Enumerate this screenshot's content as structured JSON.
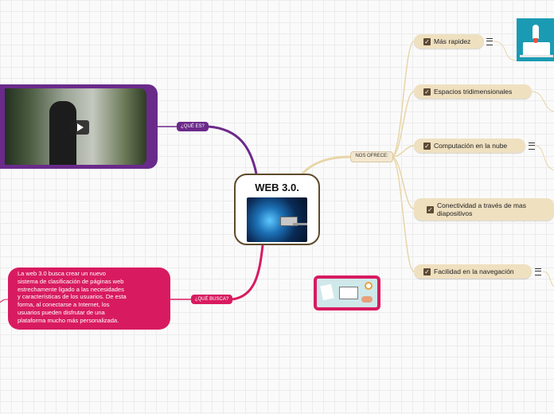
{
  "central": {
    "title": "WEB 3.0."
  },
  "branches": {
    "que_es": "¿QUÉ ES?",
    "que_busca": "¿QUÉ BUSCA?",
    "nos_ofrece": "NOS OFRECE:"
  },
  "topics": [
    {
      "label": "Más rapidez",
      "has_note": true
    },
    {
      "label": "Espacios tridimensionales",
      "has_note": false
    },
    {
      "label": "Computación en la nube",
      "has_note": true
    },
    {
      "label_line1": "Conectividad a través de mas",
      "label_line2": "diapositivos",
      "has_note": false
    },
    {
      "label": "Facilidad en la navegación",
      "has_note": true
    }
  ],
  "description": [
    "La web 3.0 busca crear un nuevo",
    "sistema de clasificación de páginas web",
    "estrechamente ligado a las necesidades",
    "y características de los usuarios. De esta",
    "forma, al conectarse a Internet, los",
    "usuarios pueden disfrutar de una",
    "plataforma mucho más personalizada."
  ],
  "icons": {
    "checkbox": "check-icon",
    "note": "note-lines-icon",
    "play": "play-icon"
  },
  "colors": {
    "purple_branch": "#6b2a8a",
    "pink_branch": "#d81b60",
    "tan_branch": "#e8d6a8",
    "topic_bg": "#efe0c0",
    "check": "#5d4a32"
  }
}
